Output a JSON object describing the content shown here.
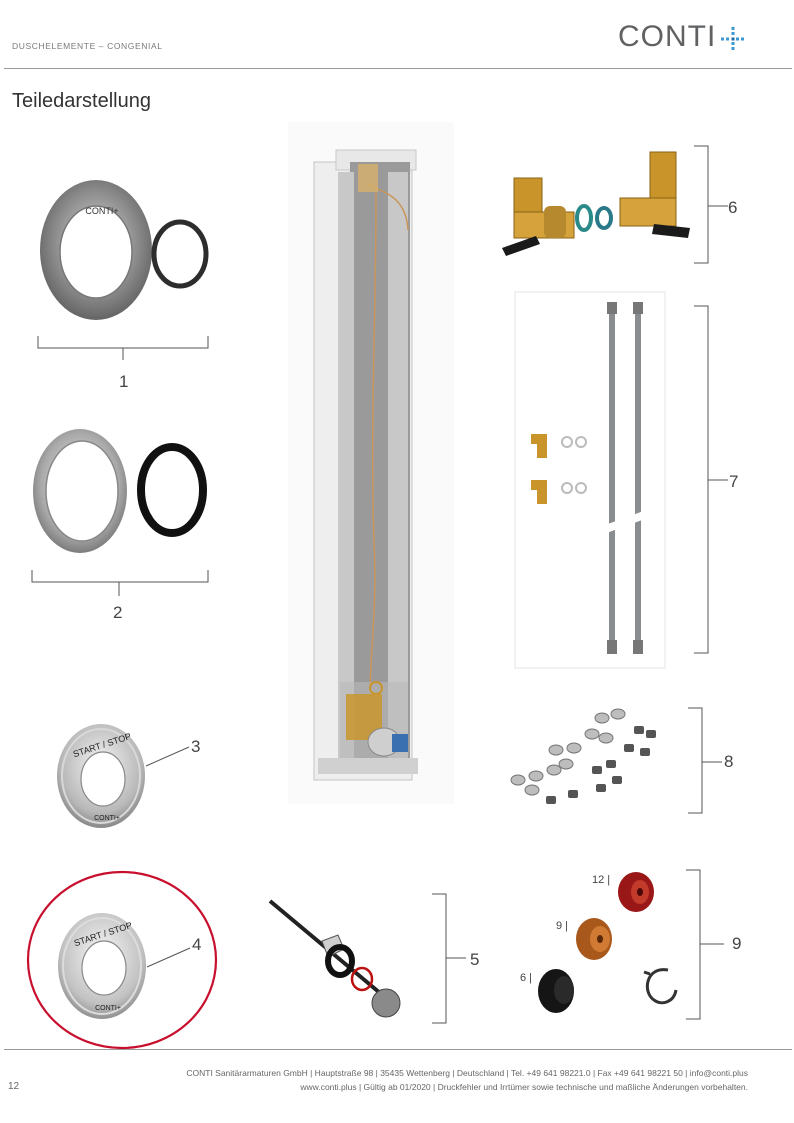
{
  "header": {
    "section": "DUSCHELEMENTE – CONGENIAL",
    "logo_text": "CONTI",
    "logo_plus_name": "conti-plus-logo-icon"
  },
  "title": "Teiledarstellung",
  "parts": {
    "p1": "1",
    "p2": "2",
    "p3": "3",
    "p4": "4",
    "p5": "5",
    "p6": "6",
    "p7": "7",
    "p8": "8",
    "p9": "9"
  },
  "part_labels": {
    "rosette_brand": "CONTI+",
    "button_text": "START / STOP",
    "button_brand": "CONTI+",
    "button4_text": "START / STOP",
    "button4_brand": "CONTI+",
    "disc_12": "12",
    "disc_9": "9",
    "disc_6": "6"
  },
  "colors": {
    "highlight_circle": "#c8102e",
    "brass": "#c9952b",
    "hose": "#8a8d90"
  },
  "footer": {
    "line1": "CONTI Sanitärarmaturen GmbH | Hauptstraße 98 | 35435 Wettenberg | Deutschland | Tel. +49 641 98221.0 | Fax +49 641 98221 50 | info@conti.plus",
    "line2": "www.conti.plus | Gültig ab 01/2020 | Druckfehler und Irrtümer sowie technische und maßliche Änderungen vorbehalten.",
    "page_number": "12"
  }
}
